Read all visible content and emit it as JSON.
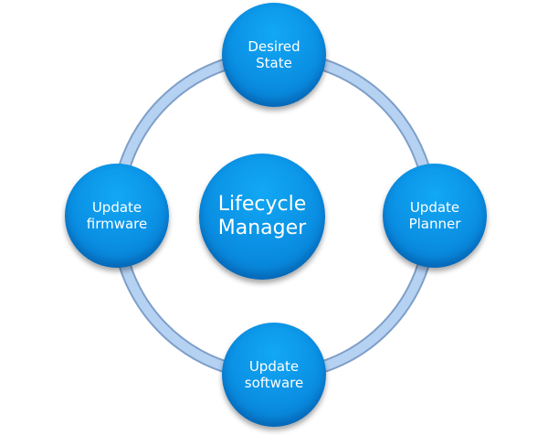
{
  "center": {
    "line1": "Lifecycle",
    "line2": "Manager"
  },
  "nodes": {
    "top": {
      "line1": "Desired",
      "line2": "State"
    },
    "right": {
      "line1": "Update",
      "line2": "Planner"
    },
    "bottom": {
      "line1": "Update",
      "line2": "software"
    },
    "left": {
      "line1": "Update",
      "line2": "firmware"
    }
  },
  "colors": {
    "node": "#0a8fe3",
    "ring": "#a9c9ef"
  }
}
